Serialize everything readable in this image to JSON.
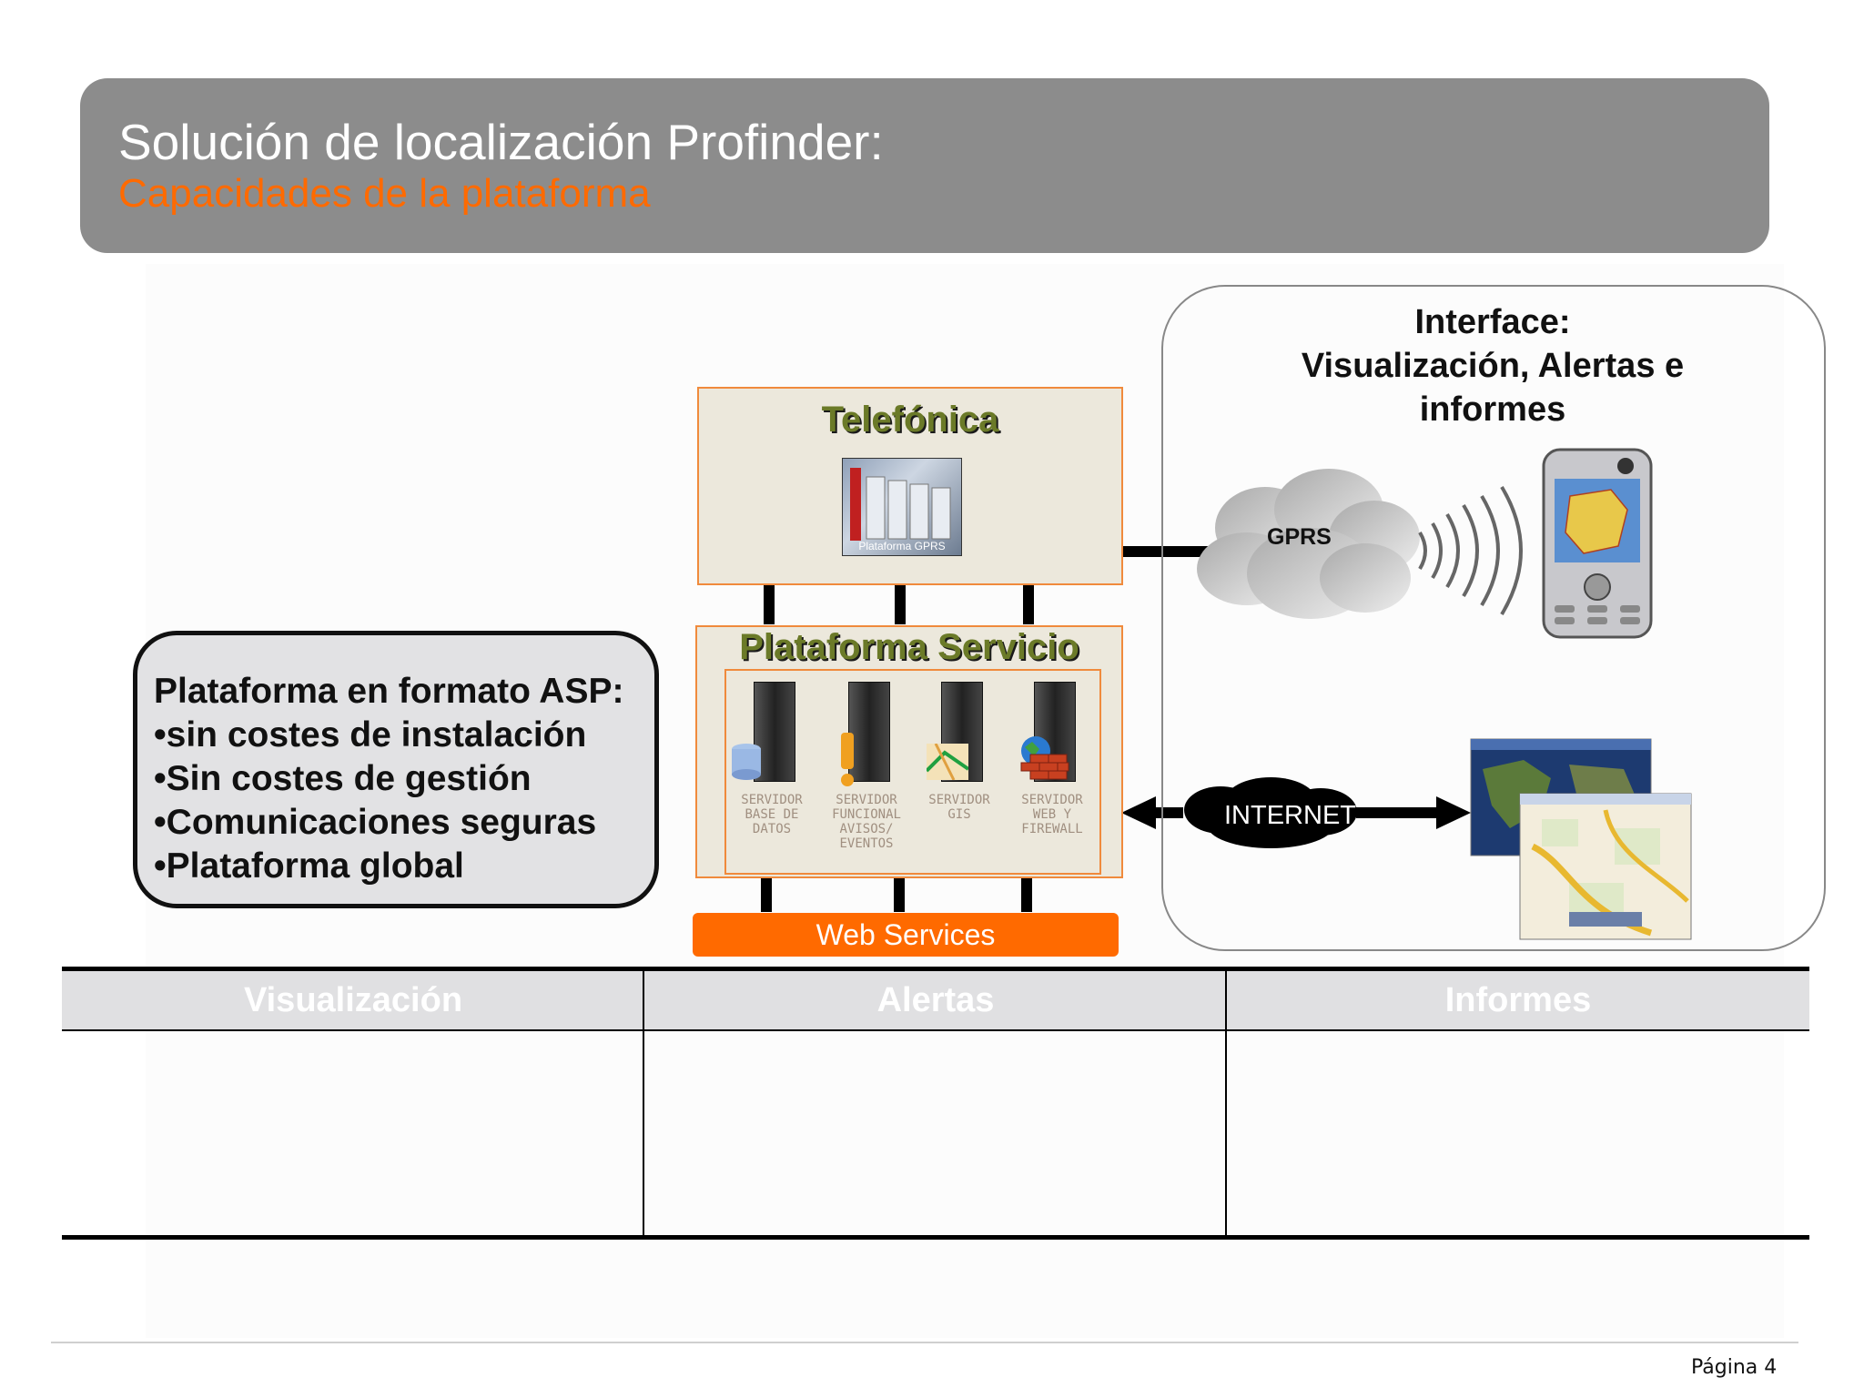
{
  "slide": {
    "title": "Solución de localización Profinder:",
    "subtitle": "Capacidades de la plataforma"
  },
  "asp_box": {
    "lines": [
      "Plataforma en formato ASP:",
      "•sin costes de instalación",
      "•Sin costes de gestión",
      "•Comunicaciones seguras",
      "•Plataforma global"
    ]
  },
  "telefonica": {
    "title": "Telefónica",
    "photo_caption": "Plataforma GPRS"
  },
  "plataforma": {
    "title": "Plataforma Servicio",
    "servers": [
      {
        "label_lines": [
          "SERVIDOR",
          "BASE DE",
          "DATOS"
        ],
        "icon": "database-icon"
      },
      {
        "label_lines": [
          "SERVIDOR",
          "FUNCIONAL",
          "AVISOS/",
          "EVENTOS"
        ],
        "icon": "warning-icon"
      },
      {
        "label_lines": [
          "SERVIDOR",
          "GIS"
        ],
        "icon": "map-icon"
      },
      {
        "label_lines": [
          "SERVIDOR",
          "WEB Y",
          "FIREWALL"
        ],
        "icon": "firewall-icon"
      }
    ]
  },
  "web_services": {
    "label": "Web Services"
  },
  "interface": {
    "title_lines": [
      "Interface:",
      "Visualización, Alertas e",
      "informes"
    ],
    "gprs_label": "GPRS",
    "internet_label": "INTERNET"
  },
  "table": {
    "headers": [
      "Visualización",
      "Alertas",
      "Informes"
    ],
    "header_bg": "#e0e0e2",
    "header_text_color": "#ffffff"
  },
  "footer": {
    "page": "Página 4"
  },
  "colors": {
    "accent": "#ff6a00",
    "banner": "#8c8c8c",
    "platform_title": "#6b7a28"
  }
}
